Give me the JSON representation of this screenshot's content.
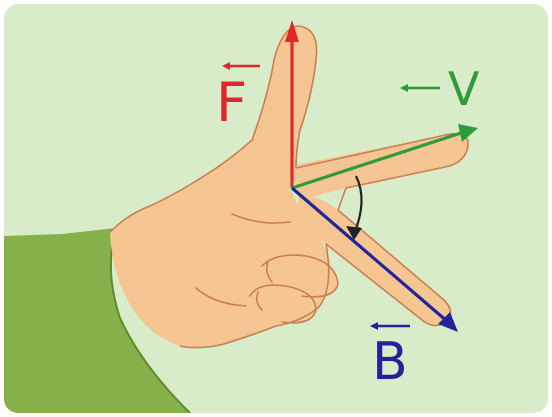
{
  "labels": {
    "force": "F",
    "velocity": "V",
    "field": "B"
  },
  "colors": {
    "background": "#d8ecc9",
    "skin": "#f5c592",
    "skin_shadow": "#c97f54",
    "sleeve": "#86b04a",
    "sleeve_shadow": "#5f8a2c",
    "force": "#e0282a",
    "velocity": "#2f9a3a",
    "field": "#22239a",
    "rotation_arc": "#222222"
  }
}
